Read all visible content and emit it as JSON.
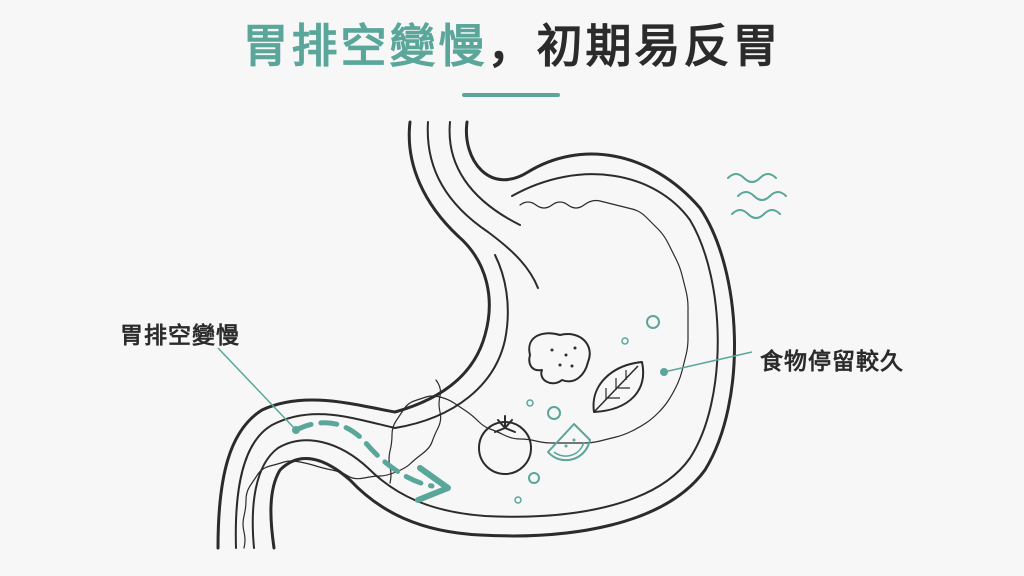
{
  "title": {
    "accent": "胃排空變慢",
    "separator": "，",
    "rest": "初期易反胃",
    "accent_color": "#5aa69b",
    "text_color": "#2b2b2b"
  },
  "labels": {
    "slow_emptying": "胃排空變慢",
    "food_stays": "食物停留較久"
  },
  "icons": {
    "food_items": [
      "bread-icon",
      "leaf-icon",
      "tomato-icon",
      "watermelon-slice-icon",
      "bubble-icon"
    ],
    "nausea": "nausea-waves-icon",
    "flow": "slow-flow-arrow-icon"
  }
}
